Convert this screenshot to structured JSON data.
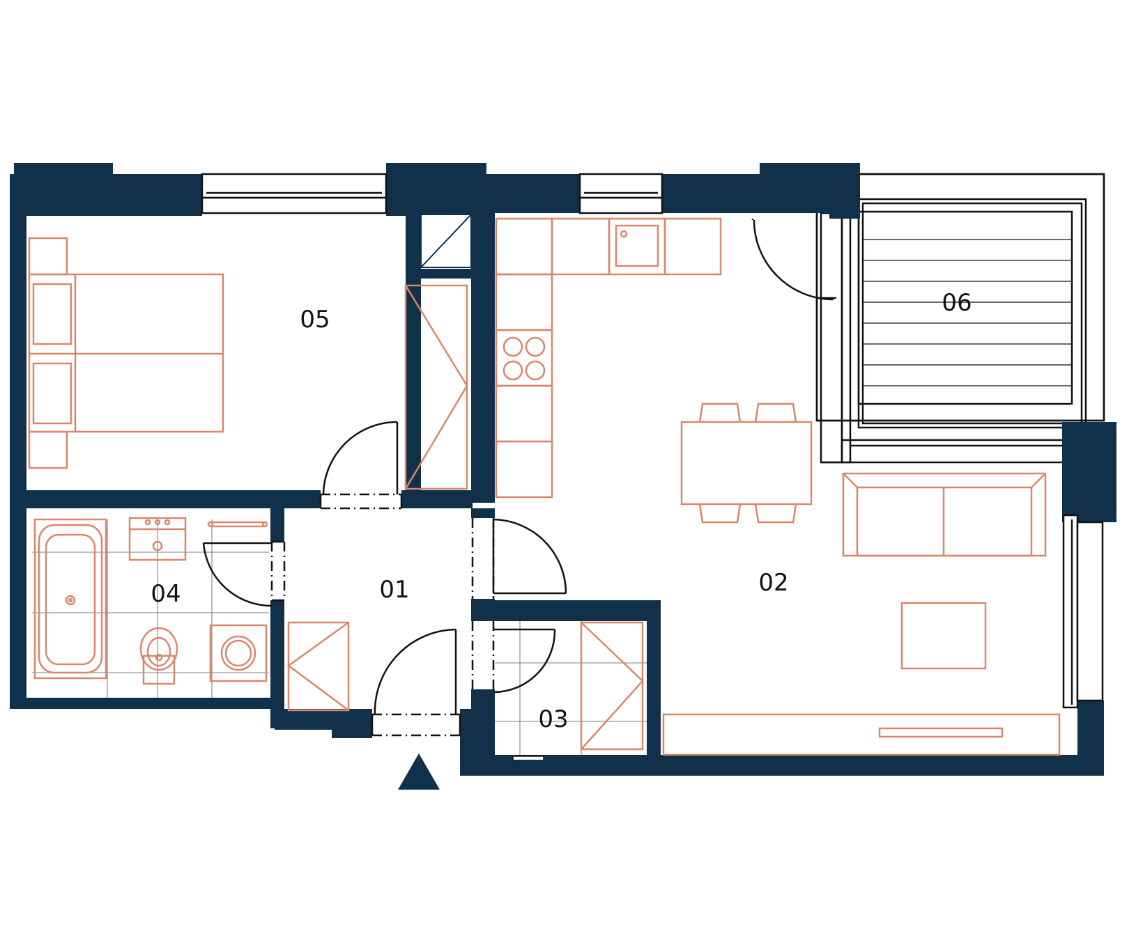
{
  "colors": {
    "wall": "#11304a",
    "furniture": "#d9876a",
    "line": "#111111",
    "background": "#ffffff"
  },
  "rooms": {
    "r01": "01",
    "r02": "02",
    "r03": "03",
    "r04": "04",
    "r05": "05",
    "r06": "06"
  },
  "entrance_marker": "entrance-arrow-icon"
}
